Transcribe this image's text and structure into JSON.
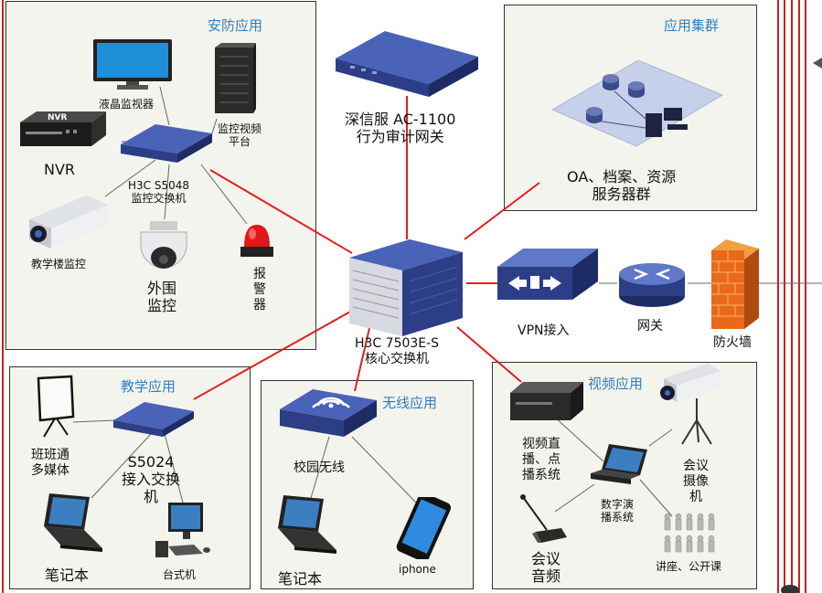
{
  "panels": {
    "security": {
      "title": "安防应用"
    },
    "cluster": {
      "title": "应用集群"
    },
    "teaching": {
      "title": "教学应用"
    },
    "wireless": {
      "title": "无线应用"
    },
    "video": {
      "title": "视频应用"
    }
  },
  "labels": {
    "lcd_monitor": "液晶监视器",
    "video_platform": "监控视频\n平台",
    "nvr": "NVR",
    "monitor_switch": "H3C S5048\n监控交换机",
    "building_monitor": "教学楼监控",
    "perimeter_monitor": "外围\n监控",
    "alarm": "报\n警\n器",
    "audit_gateway": "深信服 AC-1100\n行为审计网关",
    "server_cluster": "OA、档案、资源\n服务器群",
    "core_switch": "H3C 7503E-S\n核心交换机",
    "vpn": "VPN接入",
    "gateway": "网关",
    "firewall": "防火墙",
    "class_multimedia": "班班通\n多媒体",
    "access_switch": "S5024\n接入交换\n机",
    "notebook_teaching": "笔记本",
    "desktop": "台式机",
    "campus_wireless": "校园无线",
    "notebook_wireless": "笔记本",
    "iphone": "iphone",
    "live_vod": "视频直\n播、点\n播系统",
    "conf_camera": "会议\n摄像\n机",
    "digital_demo": "数字演\n播系统",
    "conf_audio": "会议\n音频",
    "lecture": "讲座、公开课"
  },
  "colors": {
    "link": "#e02020",
    "panel_title": "#2f7fbf",
    "border_line": "#cc1f1f"
  }
}
